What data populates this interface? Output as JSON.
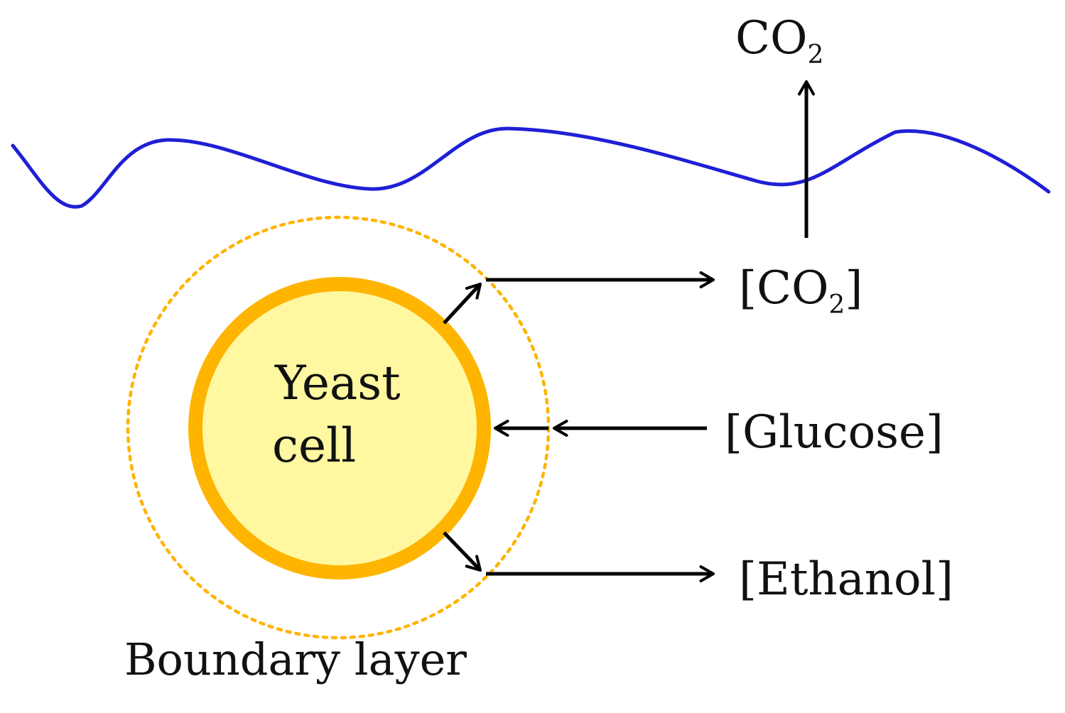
{
  "colors": {
    "surface_wave": "#1f1fd6",
    "cell_fill": "#fff8a0",
    "cell_border": "#ffb400",
    "boundary_dots": "#ffb400",
    "arrows": "#000000",
    "text": "#111111"
  },
  "labels": {
    "co2_released": {
      "main": "CO",
      "sub": "2"
    },
    "co2_concentration": {
      "open": "[CO",
      "sub": "2",
      "close": "]"
    },
    "glucose": "[Glucose]",
    "ethanol": "[Ethanol]",
    "cell_line1": "Yeast",
    "cell_line2": "cell",
    "boundary_layer": "Boundary layer"
  }
}
